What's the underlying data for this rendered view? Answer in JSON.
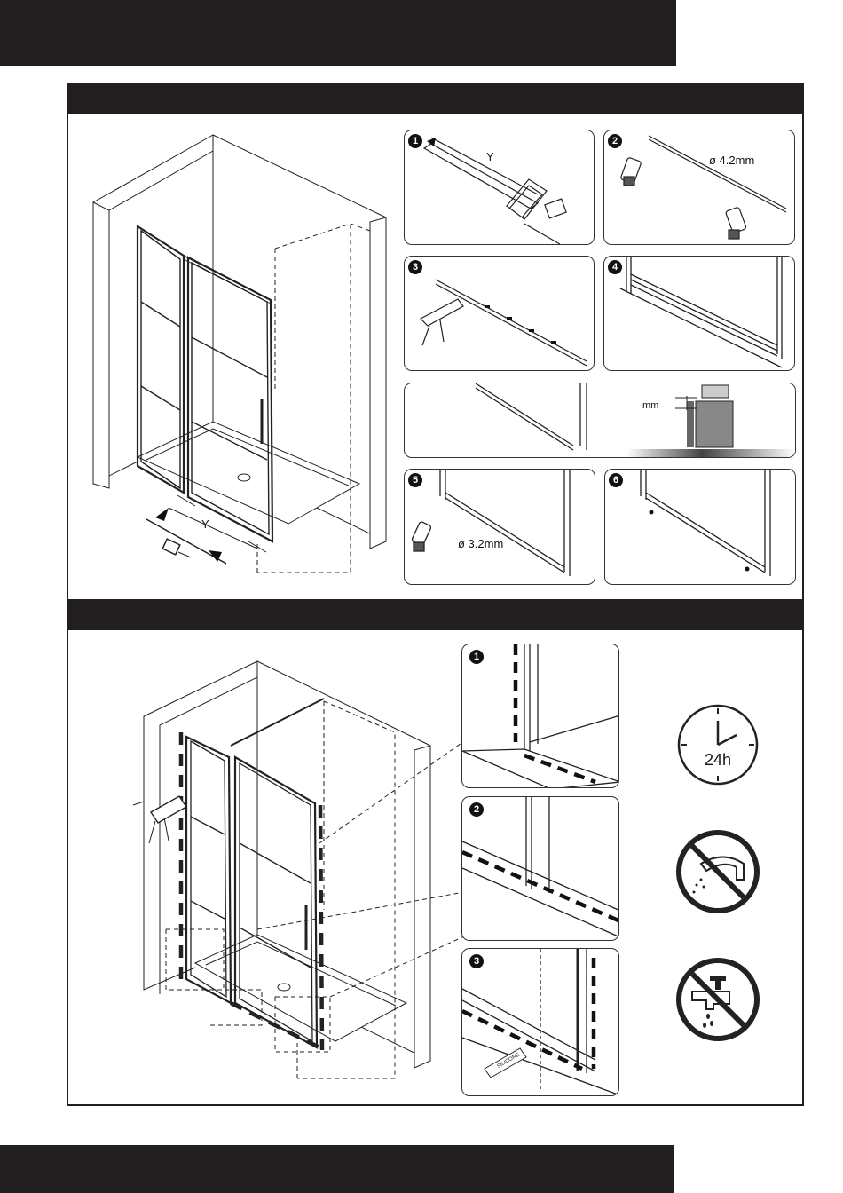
{
  "section1": {
    "measure_label": "Y",
    "steps": [
      {
        "num": "1",
        "label": "Y"
      },
      {
        "num": "2",
        "label": "ø  4.2mm"
      },
      {
        "num": "3"
      },
      {
        "num": "4"
      },
      {
        "num": "5",
        "label": "ø  3.2mm"
      },
      {
        "num": "6"
      }
    ],
    "detail_label": "mm"
  },
  "section2": {
    "steps": [
      {
        "num": "1"
      },
      {
        "num": "2"
      },
      {
        "num": "3"
      }
    ],
    "silicone_label": "SILICONE",
    "clock_label": "24h"
  }
}
